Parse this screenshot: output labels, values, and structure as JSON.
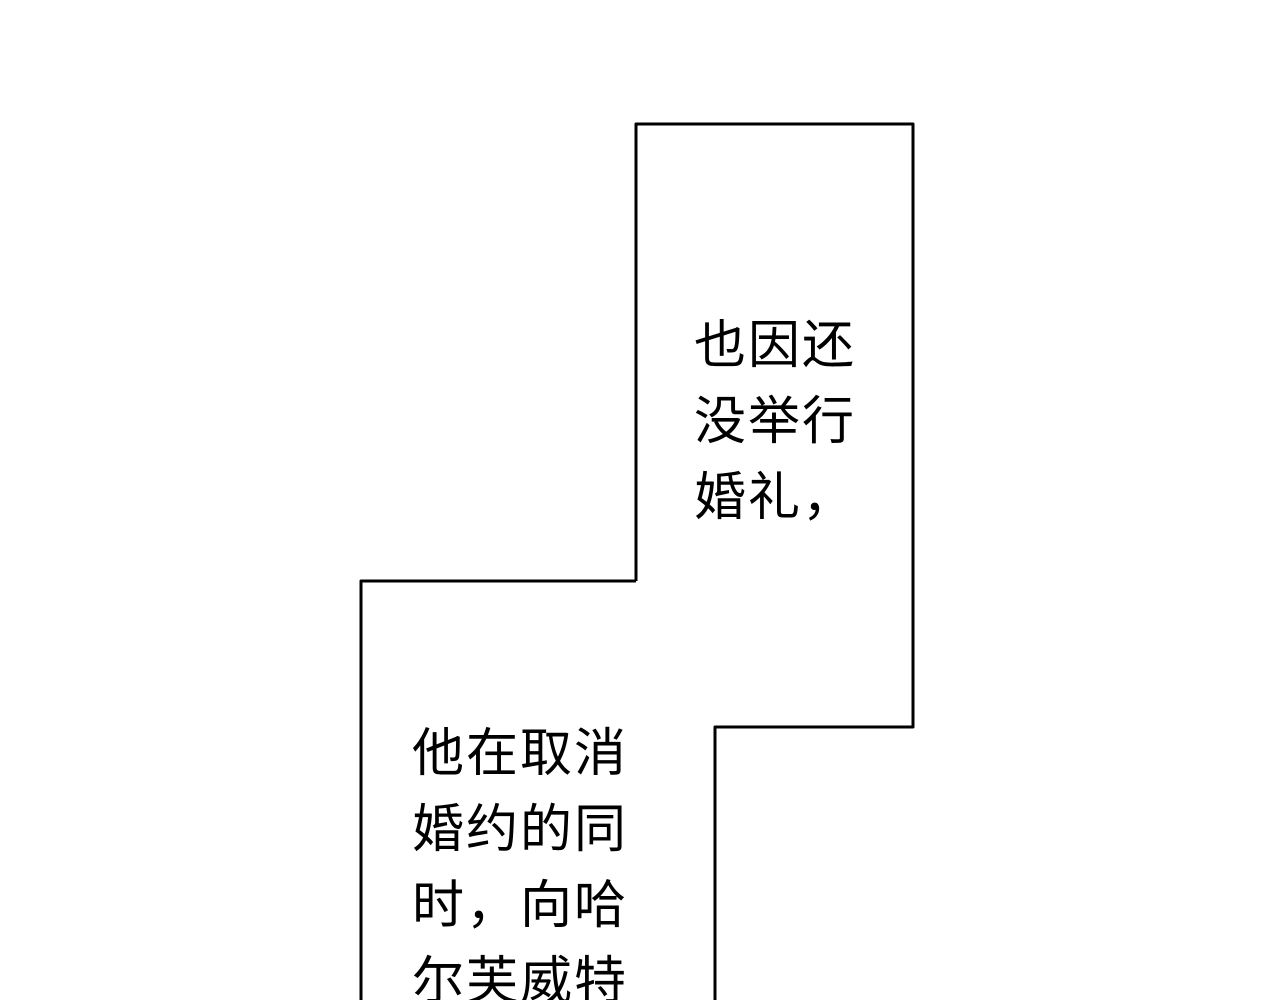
{
  "caption_top": {
    "lines": [
      "也因还",
      "没举行",
      "婚礼，"
    ]
  },
  "caption_bottom": {
    "lines": [
      "他在取消",
      "婚约的同",
      "时，向哈",
      "尔芙威特"
    ]
  },
  "colors": {
    "background": "#ffffff",
    "stroke": "#000000",
    "text": "#000000"
  }
}
